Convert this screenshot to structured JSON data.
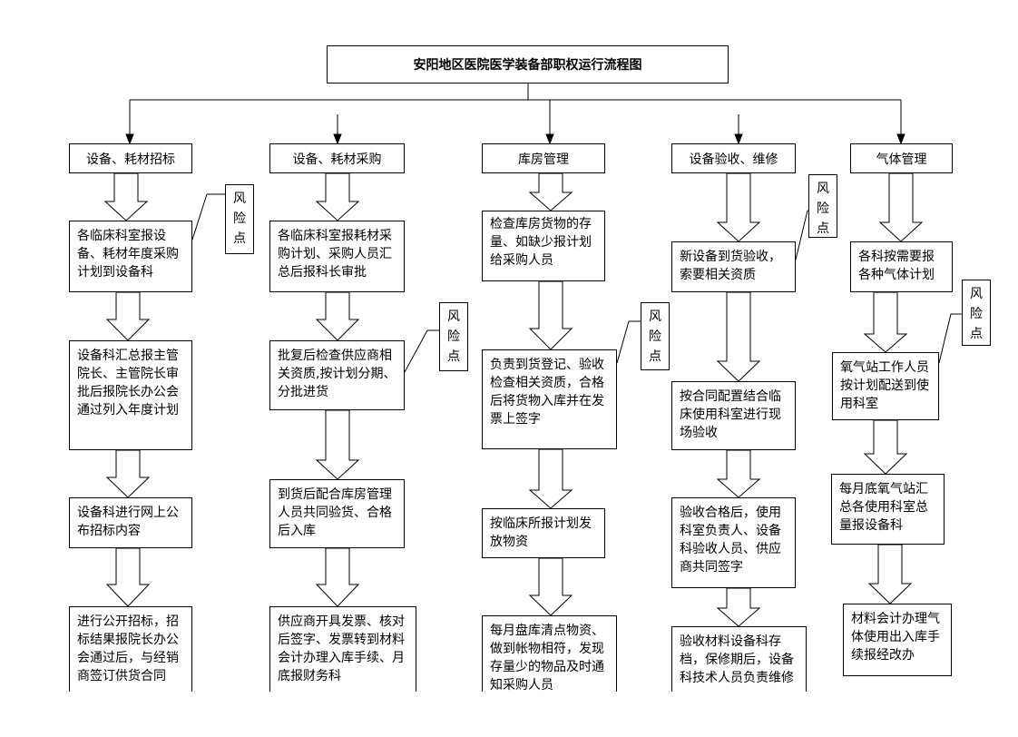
{
  "title": "安阳地区医院医学装备部职权运行流程图",
  "risk_label": "风\n险\n点",
  "columns": [
    {
      "header": "设备、耗材招标",
      "steps": [
        "各临床科室报设备、耗材年度采购计划到设备科",
        "设备科汇总报主管院长、主管院长审批后报院长办公会通过列入年度计划",
        "设备科进行网上公布招标内容",
        "进行公开招标，招标结果报院长办公会通过后，与经销商签订供货合同"
      ]
    },
    {
      "header": "设备、耗材采购",
      "steps": [
        "各临床科室报耗材采购计划、采购人员汇总后报科长审批",
        "批复后检查供应商相关资质,按计划分期、分批进货",
        "到货后配合库房管理人员共同验货、合格后入库",
        "供应商开具发票、核对后签字、发票转到材料会计办理入库手续、月底报财务科"
      ]
    },
    {
      "header": "库房管理",
      "steps": [
        "检查库房货物的存量、如缺少报计划给采购人员",
        "负责到货登记、验收检查相关资质，合格后将货物入库并在发票上签字",
        "按临床所报计划发放物资",
        "每月盘库清点物资、做到帐物相符，发现存量少的物品及时通知采购人员"
      ]
    },
    {
      "header": "设备验收、维修",
      "steps": [
        "新设备到货验收，索要相关资质",
        "按合同配置结合临床使用科室进行现场验收",
        "验收合格后，使用科室负责人、设备科验收人员、供应商共同签字",
        "验收材料设备科存档，保修期后，设备科技术人员负责维修"
      ]
    },
    {
      "header": "气体管理",
      "steps": [
        "各科按需要报各种气体计划",
        "氧气站工作人员按计划配送到使用科室",
        "每月底氧气站汇总各使用科室总量报设备科",
        "材料会计办理气体使用出入库手续报经改办"
      ]
    }
  ]
}
